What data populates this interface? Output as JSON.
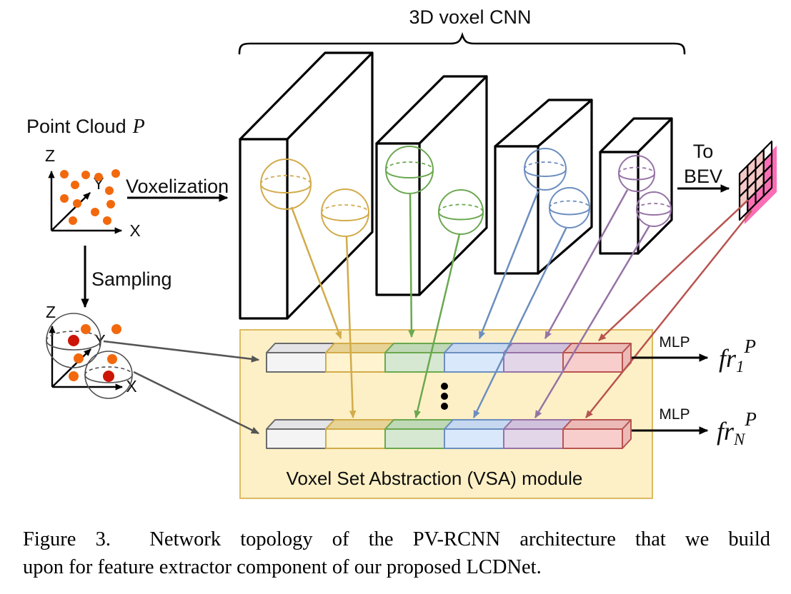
{
  "header": {
    "cnn_label": "3D voxel CNN"
  },
  "left": {
    "point_cloud_title": "Point Cloud",
    "point_cloud_var": "P",
    "voxelization": "Voxelization",
    "sampling": "Sampling",
    "axes1": {
      "x": "X",
      "y": "Y",
      "z": "Z"
    },
    "axes2": {
      "x": "X",
      "y": "Y",
      "z": "Z"
    }
  },
  "bev": {
    "line1": "To",
    "line2": "BEV",
    "grid": {
      "rows": 4,
      "cols": 4,
      "cells": [
        [
          "light",
          "light",
          "light",
          "white"
        ],
        [
          "light",
          "light",
          "light",
          "hot"
        ],
        [
          "light",
          "light",
          "light",
          "hot"
        ],
        [
          "white",
          "hot",
          "hot",
          "hot"
        ]
      ]
    }
  },
  "vsa": {
    "label": "Voxel Set Abstraction (VSA) module",
    "segment_order": [
      "gray",
      "yellow",
      "green",
      "blue",
      "purple",
      "red"
    ],
    "mlp_top": "MLP",
    "mlp_bottom": "MLP",
    "fr_top": {
      "base": "fr",
      "sub": "1",
      "sup": "P"
    },
    "fr_bottom": {
      "base": "fr",
      "sub": "N",
      "sup": "P"
    }
  },
  "caption": {
    "line1": "Figure 3.  Network topology of the PV-RCNN architecture that we build",
    "line2": "upon for feature extractor component of our proposed LCDNet."
  },
  "colors": {
    "ink": "#0e0e0e",
    "outline": "#000000",
    "orange": "#f2690d",
    "reddot": "#cc1507",
    "grayline": "#545454",
    "graybd": "#6b6b6b",
    "grayfill": "#f4f4f5",
    "graytop": "#e4e4e6",
    "yellow": "#d2ab4a",
    "yellowfill": "#fff4cf",
    "yellowtop": "#e7d395",
    "green": "#6aa84f",
    "greenfill": "#d6e8d2",
    "greentop": "#bfd8b5",
    "blue": "#6c8ebf",
    "bluefill": "#dae8fc",
    "bluetop": "#c5d8f0",
    "purple": "#9673a6",
    "purplefill": "#e2d6e8",
    "purpletop": "#d0c1dc",
    "red": "#b85450",
    "redfill": "#f8cecc",
    "redtop": "#ebbab7",
    "vsafill": "#fdf0c6",
    "vsabd": "#dcbb62",
    "bevlight": "#f5c9c6",
    "bevhot": "#fb6eb6"
  }
}
